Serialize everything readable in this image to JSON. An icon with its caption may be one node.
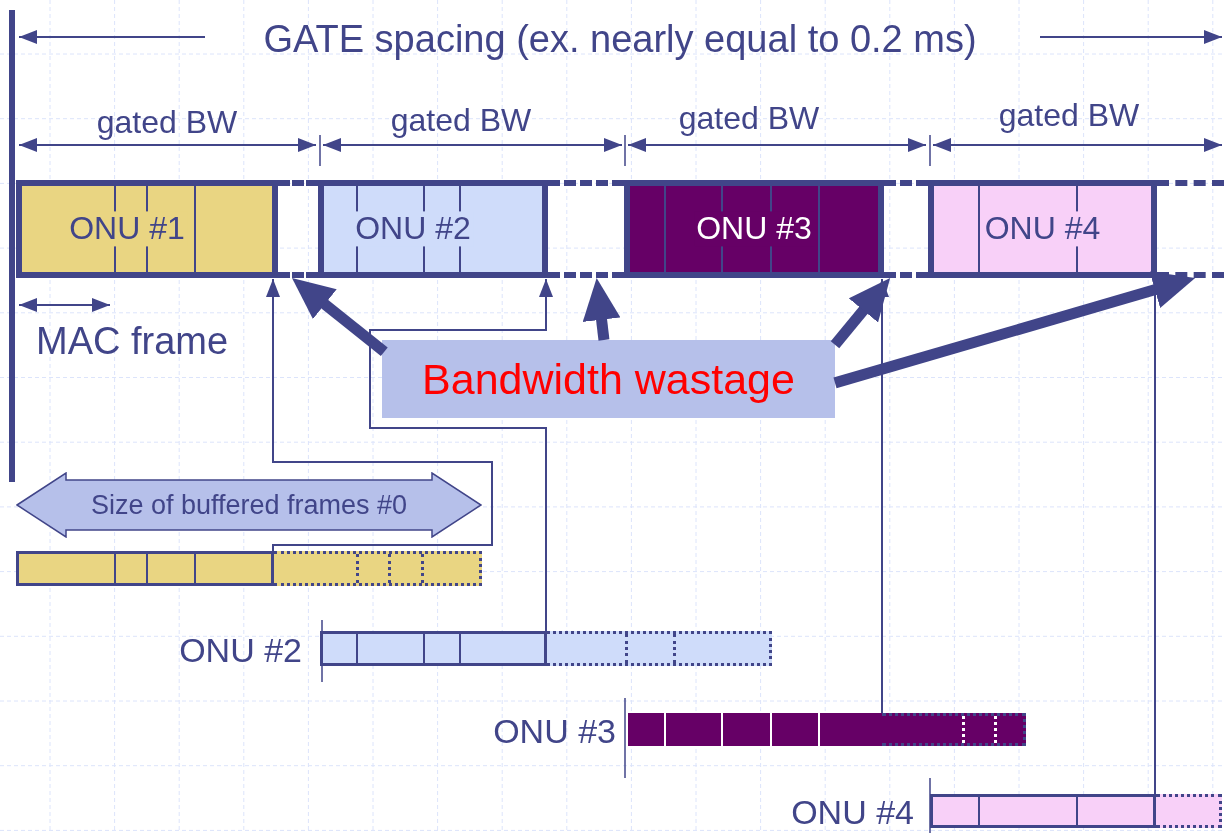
{
  "diagram": {
    "nodes": [
      {
        "text": [
          "ONU #1"
        ]
      },
      {
        "text": [],
        "shape": "box"
      },
      {
        "text": [
          "ONU #2"
        ]
      },
      {
        "text": [],
        "shape": "box"
      },
      {
        "text": [
          "ONU #3"
        ]
      },
      {
        "text": [],
        "shape": "box"
      },
      {
        "text": [
          "ONU #4"
        ]
      },
      {
        "text": [],
        "shape": "box"
      },
      {
        "text": [
          "Bandwidth wastage"
        ]
      },
      {
        "text": [
          "Size of buffered frames #0"
        ]
      },
      {
        "text": [],
        "shape": "bar"
      },
      {
        "text": [],
        "shape": "bar",
        "beside": [
          "ONU #2"
        ]
      },
      {
        "text": [],
        "shape": "bar",
        "beside": [
          "ONU #3"
        ]
      },
      {
        "text": [],
        "shape": "bar",
        "beside": [
          "ONU #4"
        ]
      }
    ],
    "edges": [
      {
        "from": 8,
        "to": 1,
        "arrow": "to",
        "style": "thick"
      },
      {
        "from": 8,
        "to": 3,
        "arrow": "to",
        "style": "thick"
      },
      {
        "from": 8,
        "to": 5,
        "arrow": "to",
        "style": "thick"
      },
      {
        "from": 8,
        "to": 7,
        "arrow": "to",
        "style": "thick"
      },
      {
        "from": 10,
        "to": 0,
        "arrow": "to"
      },
      {
        "from": 11,
        "to": 2,
        "arrow": "to"
      },
      {
        "from": 12,
        "to": 4,
        "arrow": "to"
      },
      {
        "from": 13,
        "to": 6,
        "arrow": "none"
      }
    ],
    "labels": [
      "GATE spacing (ex. nearly equal to 0.2 ms)",
      "gated BW",
      "gated BW",
      "gated BW",
      "gated BW",
      "MAC frame"
    ]
  }
}
